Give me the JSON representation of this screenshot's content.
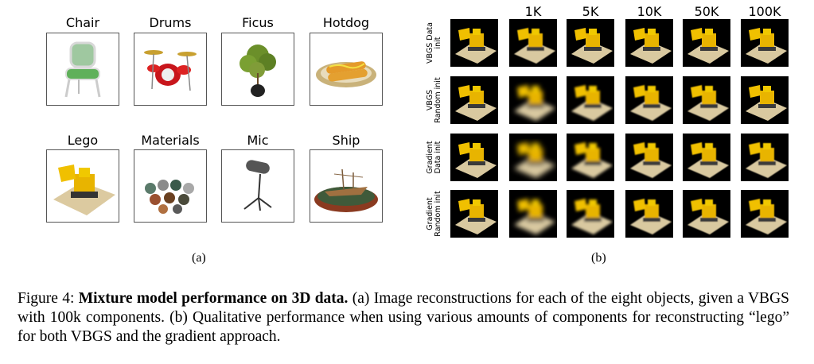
{
  "panel_a": {
    "objects": [
      {
        "name": "Chair"
      },
      {
        "name": "Drums"
      },
      {
        "name": "Ficus"
      },
      {
        "name": "Hotdog"
      },
      {
        "name": "Lego"
      },
      {
        "name": "Materials"
      },
      {
        "name": "Mic"
      },
      {
        "name": "Ship"
      }
    ],
    "sublabel": "(a)"
  },
  "panel_b": {
    "columns": [
      "1K",
      "5K",
      "10K",
      "50K",
      "100K"
    ],
    "rows": [
      {
        "label": "VBGS Data init"
      },
      {
        "label": "VBGS Random init"
      },
      {
        "label": "Gradient Data init"
      },
      {
        "label": "Gradient Random init"
      }
    ],
    "sublabel": "(b)"
  },
  "caption": {
    "prefix": "Figure 4: ",
    "bold": "Mixture model performance on 3D data.",
    "text": " (a) Image reconstructions for each of the eight objects, given a VBGS with 100k components. (b) Qualitative performance when using various amounts of components for reconstructing “lego” for both VBGS and the gradient approach."
  },
  "colors": {
    "lego_yellow": "#e8b400",
    "cell_bg": "#000000",
    "base": "#d9c9a0"
  }
}
